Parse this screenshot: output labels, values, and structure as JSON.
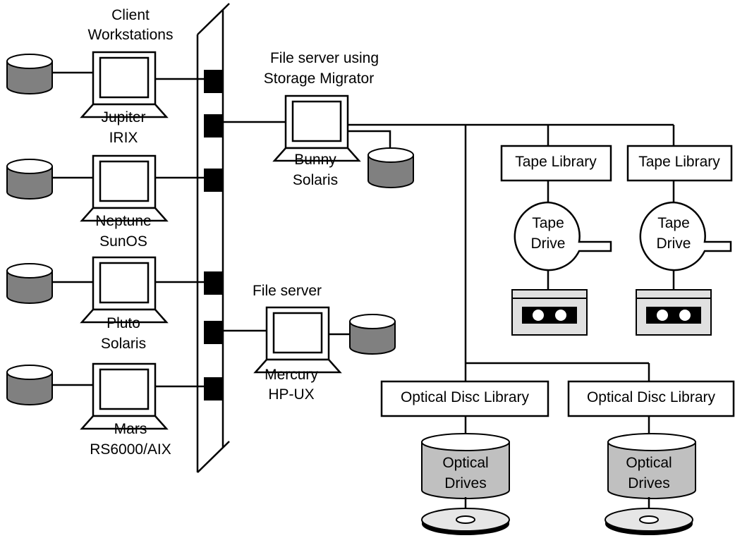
{
  "heading": {
    "line1": "Client",
    "line2": "Workstations"
  },
  "clients": [
    {
      "name": "Jupiter",
      "os": "IRIX"
    },
    {
      "name": "Neptune",
      "os": "SunOS"
    },
    {
      "name": "Pluto",
      "os": "Solaris"
    },
    {
      "name": "Mars",
      "os": "RS6000/AIX"
    }
  ],
  "migrator_server": {
    "caption1": "File server using",
    "caption2": "Storage Migrator",
    "name": "Bunny",
    "os": "Solaris"
  },
  "file_server": {
    "caption": "File server",
    "name": "Mercury",
    "os": "HP-UX"
  },
  "tape_libraries": [
    {
      "label": "Tape Library",
      "drive1": "Tape",
      "drive2": "Drive"
    },
    {
      "label": "Tape Library",
      "drive1": "Tape",
      "drive2": "Drive"
    }
  ],
  "optical_libraries": [
    {
      "label": "Optical Disc Library",
      "drive1": "Optical",
      "drive2": "Drives"
    },
    {
      "label": "Optical Disc Library",
      "drive1": "Optical",
      "drive2": "Drives"
    }
  ],
  "colors": {
    "disk_fill": "#808080",
    "optical_fill": "#c0c0c0",
    "line": "#000000"
  }
}
